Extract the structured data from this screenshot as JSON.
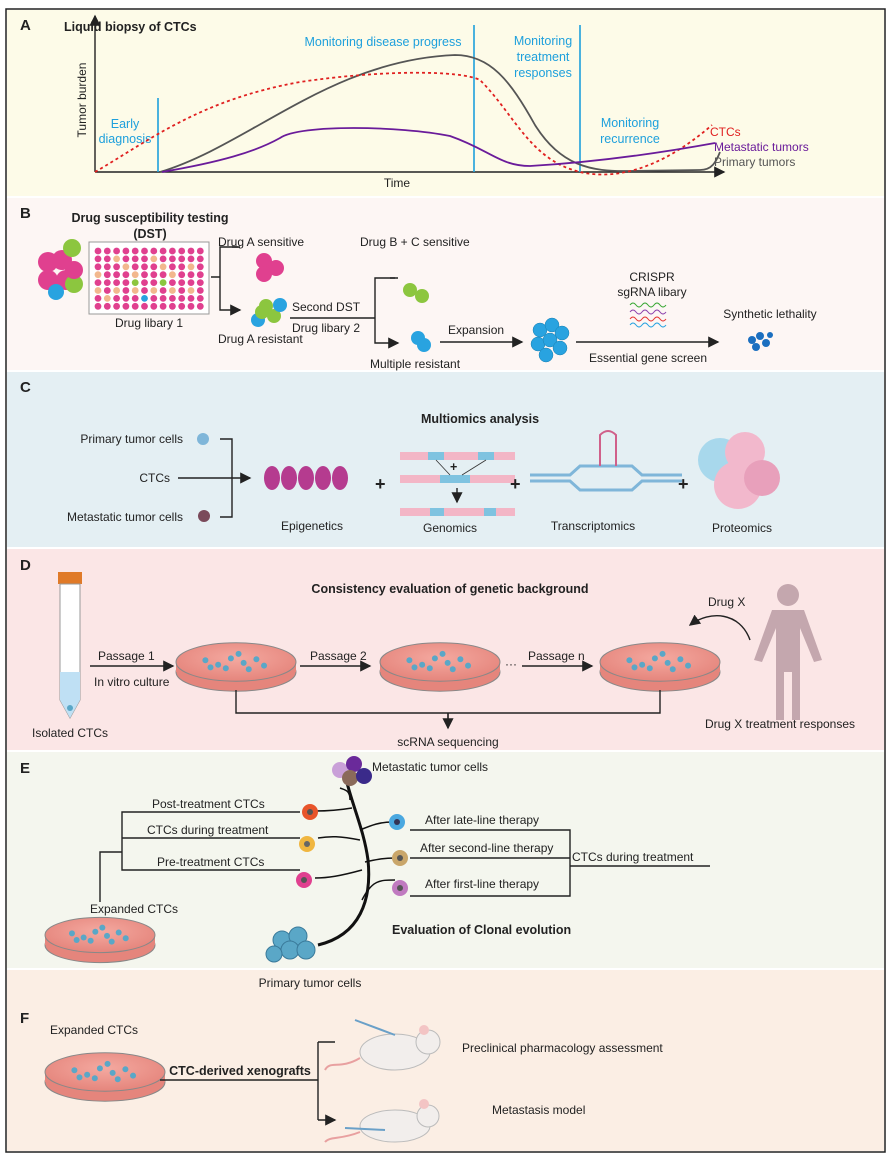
{
  "colors": {
    "panel_a": "#fdfbe8",
    "panel_b": "#fdf6f4",
    "panel_c": "#e4eff3",
    "panel_d": "#fbe6e6",
    "panel_e": "#f4f6ee",
    "panel_f": "#fbeee4",
    "ctc": "#e02020",
    "metastatic": "#6a1b9a",
    "primary": "#444444",
    "accent_blue": "#1ea0dc"
  },
  "panelA": {
    "letter": "A",
    "title": "Liquid biopsy of CTCs",
    "ylabel": "Tumor burden",
    "xlabel": "Time",
    "phases": [
      "Early",
      "diagnosis",
      "Monitoring disease progress",
      "Monitoring",
      "treatment",
      "responses",
      "Monitoring",
      "recurrence"
    ],
    "legend": {
      "ctc": "CTCs",
      "metastatic": "Metastatic tumors",
      "primary": "Primary tumors"
    }
  },
  "panelB": {
    "letter": "B",
    "title1": "Drug susceptibility testing",
    "title2": "(DST)",
    "plate_label": "Drug libary 1",
    "sensitive": "Drug A sensitive",
    "resistant": "Drug A resistant",
    "second_dst": "Second DST",
    "library2": "Drug libary 2",
    "bc_sensitive": "Drug B + C sensitive",
    "multiple": "Multiple resistant",
    "expansion": "Expansion",
    "crispr1": "CRISPR",
    "crispr2": "sgRNA libary",
    "screen": "Essential gene screen",
    "lethality": "Synthetic lethality"
  },
  "panelC": {
    "letter": "C",
    "title": "Multiomics analysis",
    "primary": "Primary tumor cells",
    "ctcs": "CTCs",
    "metastatic": "Metastatic tumor cells",
    "omics": [
      "Epigenetics",
      "Genomics",
      "Transcriptomics",
      "Proteomics"
    ],
    "plus": "+"
  },
  "panelD": {
    "letter": "D",
    "title": "Consistency evaluation of genetic background",
    "isolated": "Isolated CTCs",
    "p1": "Passage 1",
    "culture": "In vitro culture",
    "p2": "Passage 2",
    "dots": "···",
    "pn": "Passage n",
    "drug": "Drug X",
    "responses": "Drug X treatment responses",
    "scrna": "scRNA sequencing"
  },
  "panelE": {
    "letter": "E",
    "expanded": "Expanded CTCs",
    "post": "Post-treatment CTCs",
    "during": "CTCs during treatment",
    "pre": "Pre-treatment CTCs",
    "metastatic": "Metastatic tumor cells",
    "late": "After late-line therapy",
    "second": "After second-line therapy",
    "first": "After first-line therapy",
    "during_right": "CTCs during treatment",
    "evolution": "Evaluation of Clonal evolution",
    "primary": "Primary tumor cells"
  },
  "panelF": {
    "letter": "F",
    "expanded": "Expanded CTCs",
    "xeno": "CTC-derived xenografts",
    "preclinical": "Preclinical pharmacology assessment",
    "metastasis": "Metastasis model"
  }
}
